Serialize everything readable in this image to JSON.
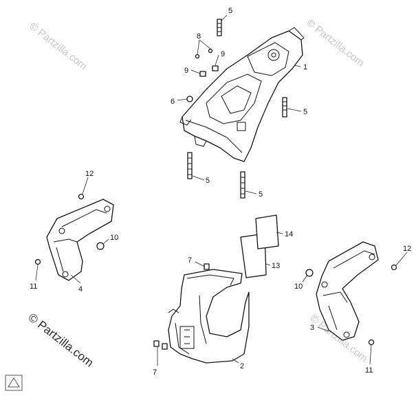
{
  "watermarks": {
    "top_left": "© Partzilla.com",
    "top_right": "© Partzilla.com",
    "bottom_left": "© Partzilla.com",
    "bottom_right": "© Partzilla.com"
  },
  "callouts": {
    "c1": "1",
    "c2": "2",
    "c3": "3",
    "c4": "4",
    "c5a": "5",
    "c5b": "5",
    "c5c": "5",
    "c5d": "5",
    "c6": "6",
    "c7a": "7",
    "c7b": "7",
    "c8": "8",
    "c9a": "9",
    "c9b": "9",
    "c10a": "10",
    "c10b": "10",
    "c11a": "11",
    "c11b": "11",
    "c12a": "12",
    "c12b": "12",
    "c13": "13",
    "c14": "14"
  },
  "colors": {
    "line": "#111111",
    "watermark": "#c9c9c9",
    "background": "#ffffff"
  },
  "icons": {
    "corner_logo": "partzilla-logo-icon"
  }
}
